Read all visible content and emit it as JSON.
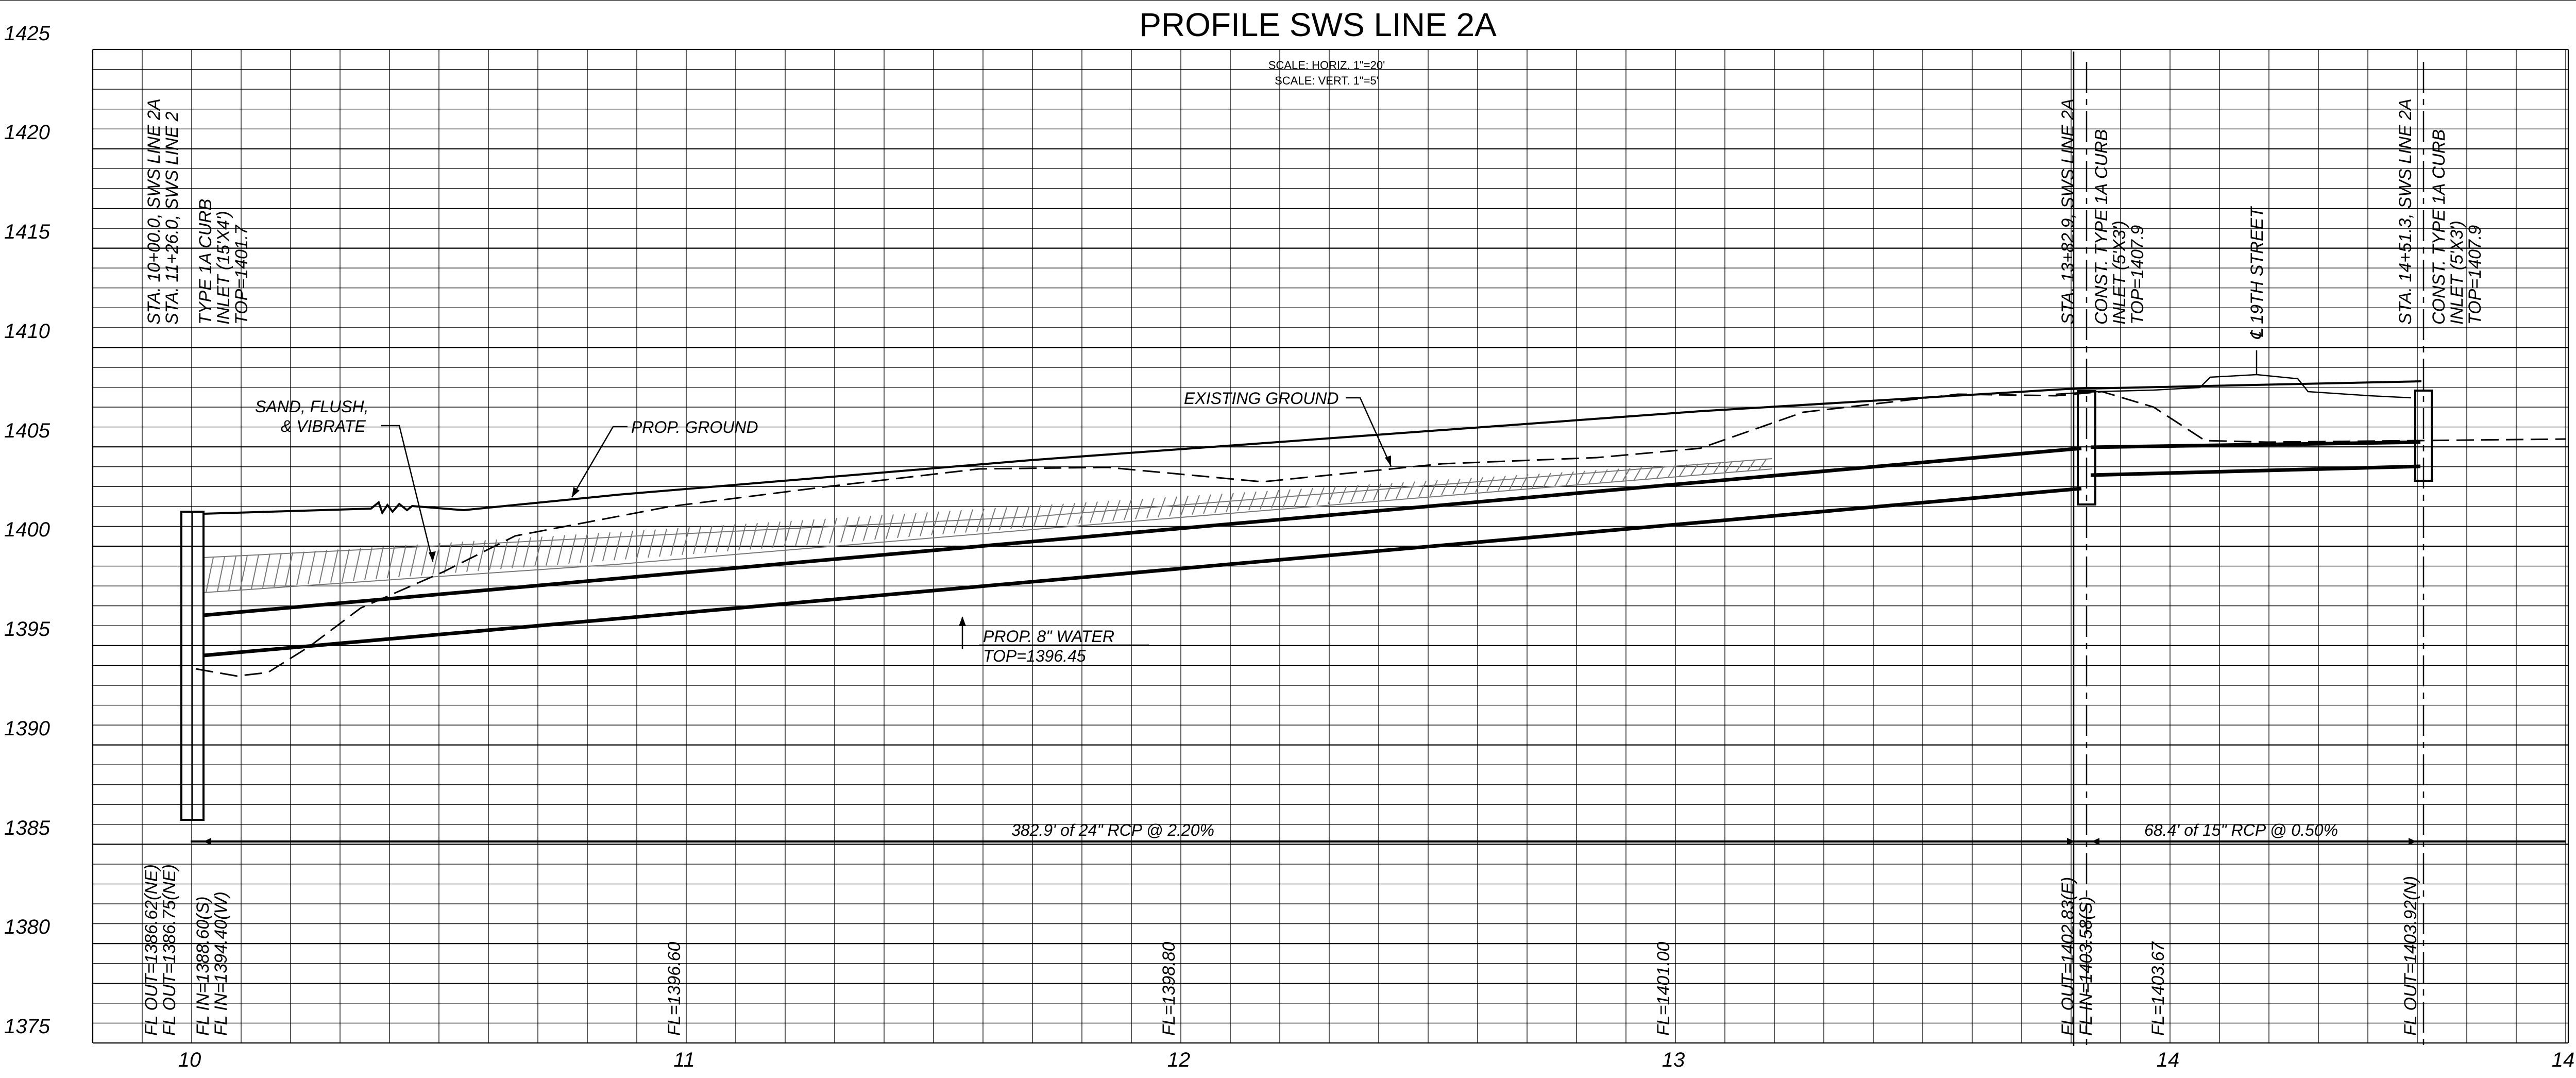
{
  "title": "PROFILE SWS LINE 2A",
  "scale": {
    "horiz": "SCALE: HORIZ. 1\"=20'",
    "vert": "SCALE: VERT. 1\"=5'"
  },
  "elevation_labels": [
    "1425",
    "1420",
    "1415",
    "1410",
    "1405",
    "1400",
    "1395",
    "1390",
    "1385",
    "1380",
    "1375"
  ],
  "station_labels": [
    "10",
    "11",
    "12",
    "13",
    "14",
    "14"
  ],
  "structures": {
    "inlet_left": [
      "STA. 10+00.0, SWS LINE 2A",
      "STA. 11+26.0, SWS LINE 2",
      "TYPE 1A CURB",
      "INLET (15'X4')",
      "TOP=1401.7"
    ],
    "inlet_mid": [
      "STA. 13+82.9, SWS LINE 2A",
      "CONST. TYPE 1A CURB",
      "INLET (5'X3')",
      "TOP=1407.9"
    ],
    "inlet_right": [
      "STA. 14+51.3, SWS LINE 2A",
      "CONST. TYPE 1A CURB",
      "INLET (5'X3')",
      "TOP=1407.9"
    ],
    "street": "℄ 19TH STREET"
  },
  "callouts": {
    "sand": [
      "SAND, FLUSH,",
      "& VIBRATE"
    ],
    "prop_ground": "PROP. GROUND",
    "existing_ground": "EXISTING GROUND",
    "water": [
      "PROP. 8\" WATER",
      "TOP=1396.45"
    ]
  },
  "pipes": {
    "run1": "382.9' of 24\" RCP @ 2.20%",
    "run2": "68.4' of 15\" RCP @ 0.50%"
  },
  "flowlines": {
    "left": [
      "FL OUT=1386.62(NE)",
      "FL OUT=1386.75(NE)",
      "FL IN=1388.60(S)",
      "FL IN=1394.40(W)"
    ],
    "fl11": "FL=1396.60",
    "fl12": "FL=1398.80",
    "fl13": "FL=1401.00",
    "mid": [
      "FL OUT=1402.83(E)",
      "FL IN=1403.58(S)"
    ],
    "fl14": "FL=1403.67",
    "right": "FL OUT=1403.92(N)"
  }
}
